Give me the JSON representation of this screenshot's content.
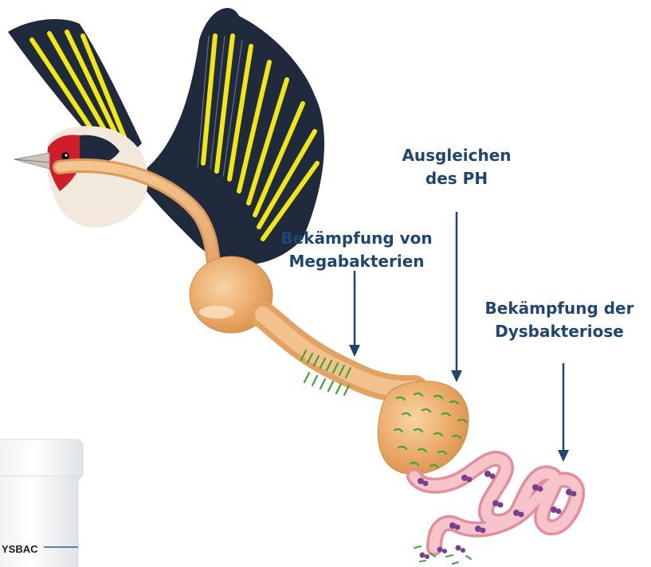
{
  "labels": {
    "ph": {
      "line1": "Ausgleichen",
      "line2": "des PH"
    },
    "megabacteria": {
      "line1": "Bekämpfung von",
      "line2": "Megabakterien"
    },
    "dysbacteriosis": {
      "line1": "Bekämpfung der",
      "line2": "Dysbakteriose"
    }
  },
  "product": {
    "label": "YSBAC"
  },
  "colors": {
    "label": "#1f4670",
    "arrow": "#1f4670",
    "digestive_tract": "#eaa968",
    "intestine": "#f3b4bd",
    "good_bacteria": "#3da637",
    "bad_bacteria": "#7b3f91",
    "wing_dark": "#1f2a3c",
    "wing_yellow": "#f2e616",
    "bird_red": "#d01d2a"
  }
}
